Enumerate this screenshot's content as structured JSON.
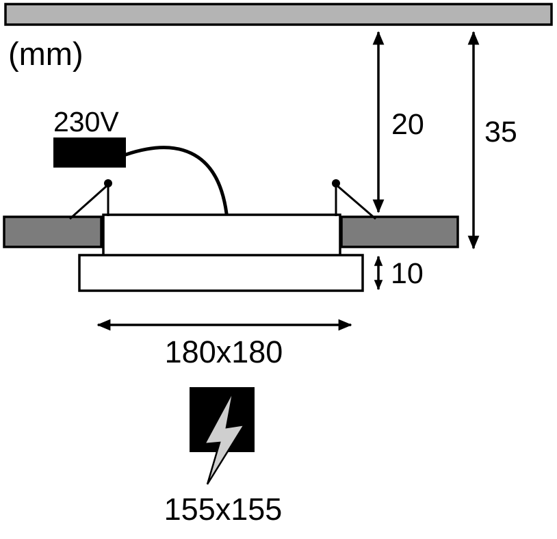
{
  "diagram": {
    "unit_label": "(mm)",
    "voltage_label": "230V",
    "dims": {
      "recess_depth": "20",
      "total_depth": "35",
      "frame_height": "10",
      "panel_size": "180x180",
      "cutout_size": "155x155"
    },
    "colors": {
      "ceiling_gray": "#b4b4b4",
      "flange_gray": "#7c7c7c",
      "line_black": "#000000",
      "bolt_gray": "#cfcfcf",
      "background": "#ffffff"
    }
  }
}
